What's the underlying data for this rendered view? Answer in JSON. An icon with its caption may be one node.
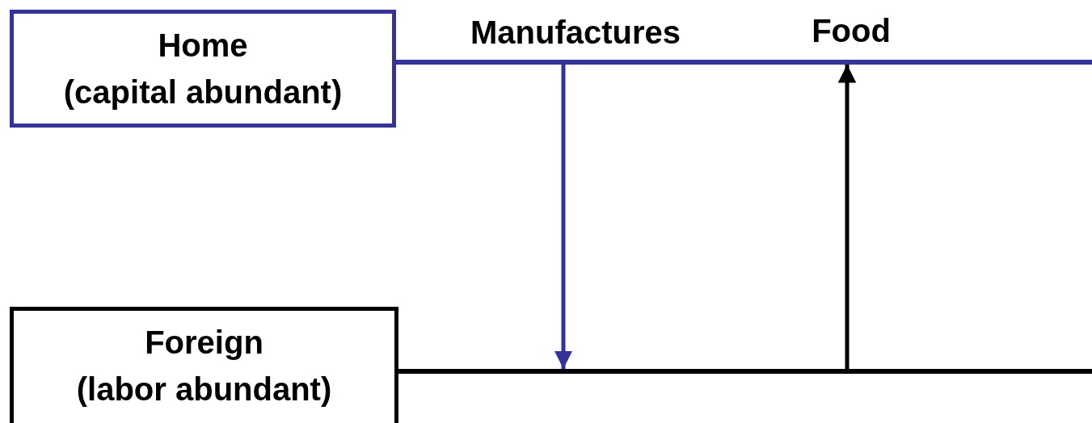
{
  "diagram": {
    "nodes": [
      {
        "text": [
          "Home",
          "(capital abundant)"
        ]
      },
      {
        "text": [
          "Foreign",
          "(labor abundant)"
        ]
      },
      {
        "text": [],
        "shape": "bar"
      },
      {
        "text": [],
        "shape": "bar"
      }
    ],
    "edges": [
      {
        "from": 2,
        "to": 3,
        "arrow": "to",
        "label": "Manufactures",
        "color": "#333399"
      },
      {
        "from": 3,
        "to": 2,
        "arrow": "to",
        "label": "Food",
        "color": "#000000"
      }
    ]
  }
}
